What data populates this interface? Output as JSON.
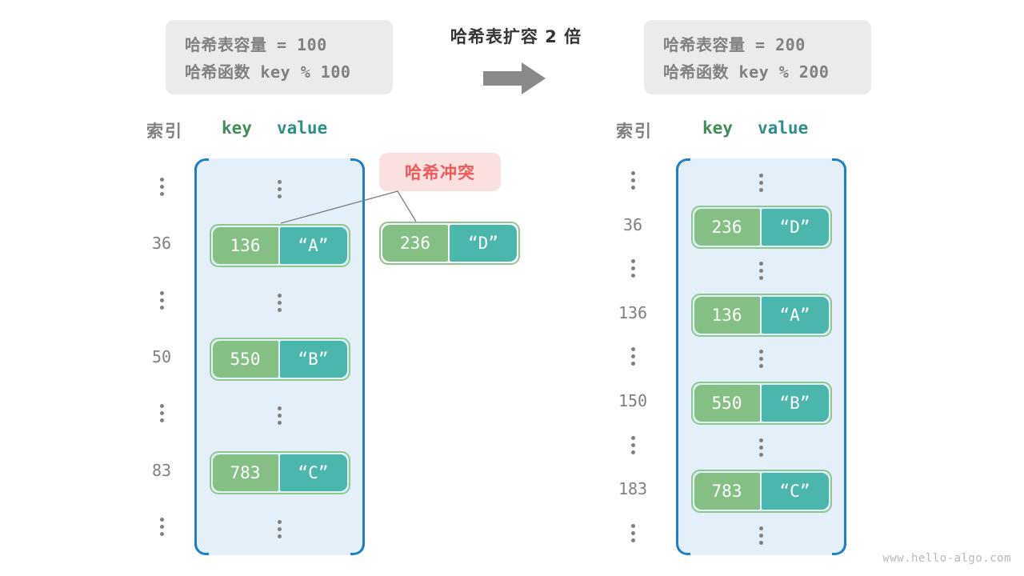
{
  "title": "哈希表扩容 2 倍",
  "arrow_icon": "arrow-right-icon",
  "watermark": "www.hello-algo.com",
  "colors": {
    "array_fill": "#e3eff9",
    "array_border": "#1f7ec4",
    "key_cell": "#84c084",
    "value_cell": "#4bb6ac",
    "pair_border": "#8cc98c",
    "badge_bg": "#fbe0e0",
    "badge_text": "#ec5b5b",
    "info_bg": "#ebebeb",
    "muted_text": "#808080"
  },
  "info_left": {
    "line1_label": "哈希表容量",
    "line1_value": "=  100",
    "line2_label": "哈希函数",
    "line2_value": "key % 100"
  },
  "info_right": {
    "line1_label": "哈希表容量",
    "line1_value": "=  200",
    "line2_label": "哈希函数",
    "line2_value": "key % 200"
  },
  "headers": {
    "index": "索引",
    "key": "key",
    "value": "value"
  },
  "collision_badge": "哈希冲突",
  "left_table": {
    "slots": [
      {
        "index": "",
        "type": "ellipsis"
      },
      {
        "index": "36",
        "type": "pair",
        "key": "136",
        "value": "“A”"
      },
      {
        "index": "",
        "type": "ellipsis"
      },
      {
        "index": "50",
        "type": "pair",
        "key": "550",
        "value": "“B”"
      },
      {
        "index": "",
        "type": "ellipsis"
      },
      {
        "index": "83",
        "type": "pair",
        "key": "783",
        "value": "“C”"
      },
      {
        "index": "",
        "type": "ellipsis"
      }
    ],
    "floating_pair": {
      "key": "236",
      "value": "“D”"
    }
  },
  "right_table": {
    "slots": [
      {
        "index": "",
        "type": "ellipsis"
      },
      {
        "index": "36",
        "type": "pair",
        "key": "236",
        "value": "“D”"
      },
      {
        "index": "",
        "type": "ellipsis"
      },
      {
        "index": "136",
        "type": "pair",
        "key": "136",
        "value": "“A”"
      },
      {
        "index": "",
        "type": "ellipsis"
      },
      {
        "index": "150",
        "type": "pair",
        "key": "550",
        "value": "“B”"
      },
      {
        "index": "",
        "type": "ellipsis"
      },
      {
        "index": "183",
        "type": "pair",
        "key": "783",
        "value": "“C”"
      },
      {
        "index": "",
        "type": "ellipsis"
      }
    ]
  }
}
